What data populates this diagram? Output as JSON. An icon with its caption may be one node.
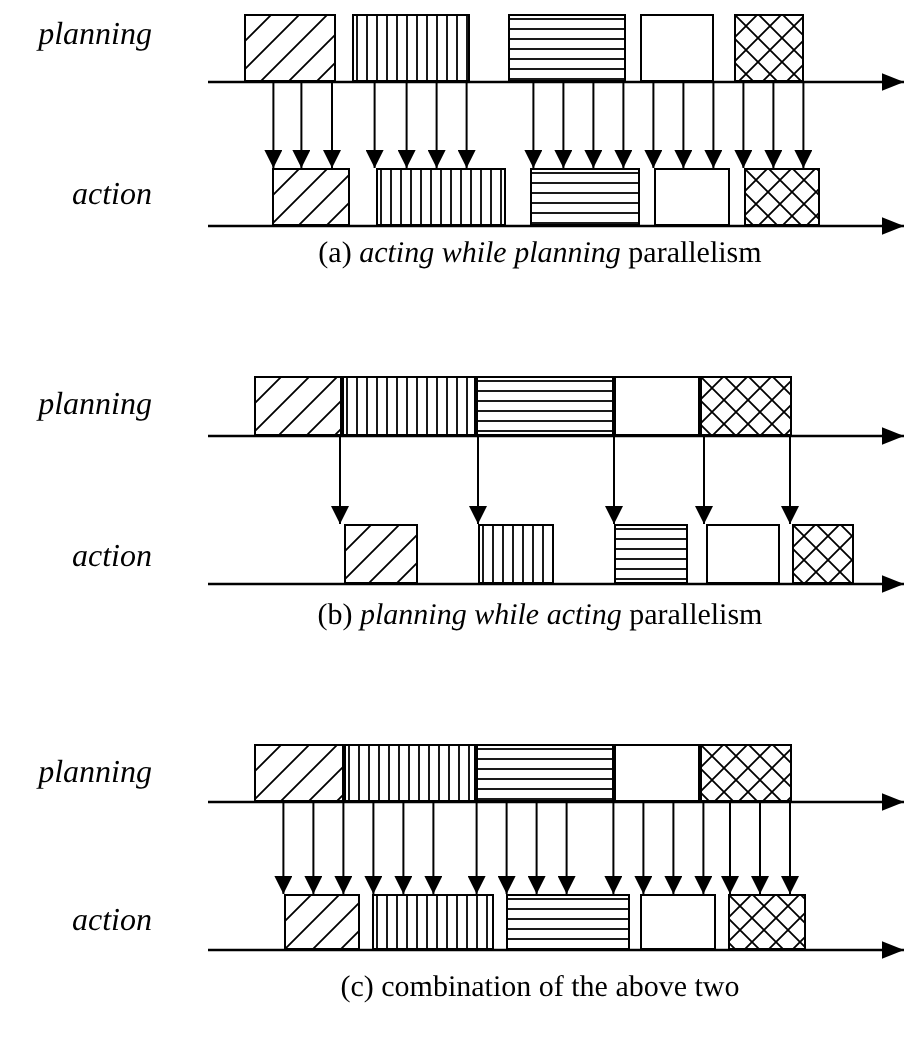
{
  "diagram": {
    "nodes": [
      {
        "text": [],
        "shape": "box"
      },
      {
        "text": [],
        "shape": "box"
      },
      {
        "text": [],
        "shape": "box"
      },
      {
        "text": [],
        "shape": "box"
      },
      {
        "text": [],
        "shape": "box"
      },
      {
        "text": [],
        "shape": "box"
      },
      {
        "text": [],
        "shape": "box"
      },
      {
        "text": [],
        "shape": "box"
      },
      {
        "text": [],
        "shape": "box"
      },
      {
        "text": [],
        "shape": "box"
      },
      {
        "text": [],
        "shape": "box"
      },
      {
        "text": [],
        "shape": "box"
      },
      {
        "text": [],
        "shape": "box"
      },
      {
        "text": [],
        "shape": "box"
      },
      {
        "text": [],
        "shape": "box"
      },
      {
        "text": [],
        "shape": "box"
      },
      {
        "text": [],
        "shape": "box"
      },
      {
        "text": [],
        "shape": "box"
      },
      {
        "text": [],
        "shape": "box"
      },
      {
        "text": [],
        "shape": "box"
      },
      {
        "text": [],
        "shape": "box"
      },
      {
        "text": [],
        "shape": "box"
      },
      {
        "text": [],
        "shape": "box"
      },
      {
        "text": [],
        "shape": "box"
      },
      {
        "text": [],
        "shape": "box"
      },
      {
        "text": [],
        "shape": "box"
      },
      {
        "text": [],
        "shape": "box"
      },
      {
        "text": [],
        "shape": "box"
      },
      {
        "text": [],
        "shape": "box"
      },
      {
        "text": [],
        "shape": "box"
      }
    ],
    "edges": [
      {
        "from": 0,
        "to": 5,
        "arrow": "to"
      },
      {
        "from": 0,
        "to": 5,
        "arrow": "to"
      },
      {
        "from": 0,
        "to": 5,
        "arrow": "to"
      },
      {
        "from": 1,
        "to": 6,
        "arrow": "to"
      },
      {
        "from": 1,
        "to": 6,
        "arrow": "to"
      },
      {
        "from": 1,
        "to": 6,
        "arrow": "to"
      },
      {
        "from": 1,
        "to": 6,
        "arrow": "to"
      },
      {
        "from": 2,
        "to": 7,
        "arrow": "to"
      },
      {
        "from": 2,
        "to": 7,
        "arrow": "to"
      },
      {
        "from": 2,
        "to": 7,
        "arrow": "to"
      },
      {
        "from": 2,
        "to": 7,
        "arrow": "to"
      },
      {
        "from": 3,
        "to": 8,
        "arrow": "to"
      },
      {
        "from": 3,
        "to": 8,
        "arrow": "to"
      },
      {
        "from": 3,
        "to": 8,
        "arrow": "to"
      },
      {
        "from": 4,
        "to": 9,
        "arrow": "to"
      },
      {
        "from": 4,
        "to": 9,
        "arrow": "to"
      },
      {
        "from": 4,
        "to": 9,
        "arrow": "to"
      },
      {
        "from": 10,
        "to": 15,
        "arrow": "to"
      },
      {
        "from": 11,
        "to": 16,
        "arrow": "to"
      },
      {
        "from": 12,
        "to": 17,
        "arrow": "to"
      },
      {
        "from": 13,
        "to": 18,
        "arrow": "to"
      },
      {
        "from": 14,
        "to": 19,
        "arrow": "to"
      },
      {
        "from": 20,
        "to": 25,
        "arrow": "to"
      },
      {
        "from": 20,
        "to": 25,
        "arrow": "to"
      },
      {
        "from": 20,
        "to": 25,
        "arrow": "to"
      },
      {
        "from": 21,
        "to": 26,
        "arrow": "to"
      },
      {
        "from": 21,
        "to": 26,
        "arrow": "to"
      },
      {
        "from": 21,
        "to": 26,
        "arrow": "to"
      },
      {
        "from": 21,
        "to": 26,
        "arrow": "to"
      },
      {
        "from": 22,
        "to": 27,
        "arrow": "to"
      },
      {
        "from": 22,
        "to": 27,
        "arrow": "to"
      },
      {
        "from": 22,
        "to": 27,
        "arrow": "to"
      },
      {
        "from": 22,
        "to": 27,
        "arrow": "to"
      },
      {
        "from": 23,
        "to": 28,
        "arrow": "to"
      },
      {
        "from": 23,
        "to": 28,
        "arrow": "to"
      },
      {
        "from": 23,
        "to": 28,
        "arrow": "to"
      },
      {
        "from": 24,
        "to": 29,
        "arrow": "to"
      },
      {
        "from": 24,
        "to": 29,
        "arrow": "to"
      },
      {
        "from": 24,
        "to": 29,
        "arrow": "to"
      }
    ],
    "labels": [
      "planning",
      "action",
      "(a) *acting while planning* parallelism",
      "planning",
      "action",
      "(b) *planning while acting* parallelism",
      "planning",
      "action",
      "(c) combination of the above two"
    ]
  }
}
